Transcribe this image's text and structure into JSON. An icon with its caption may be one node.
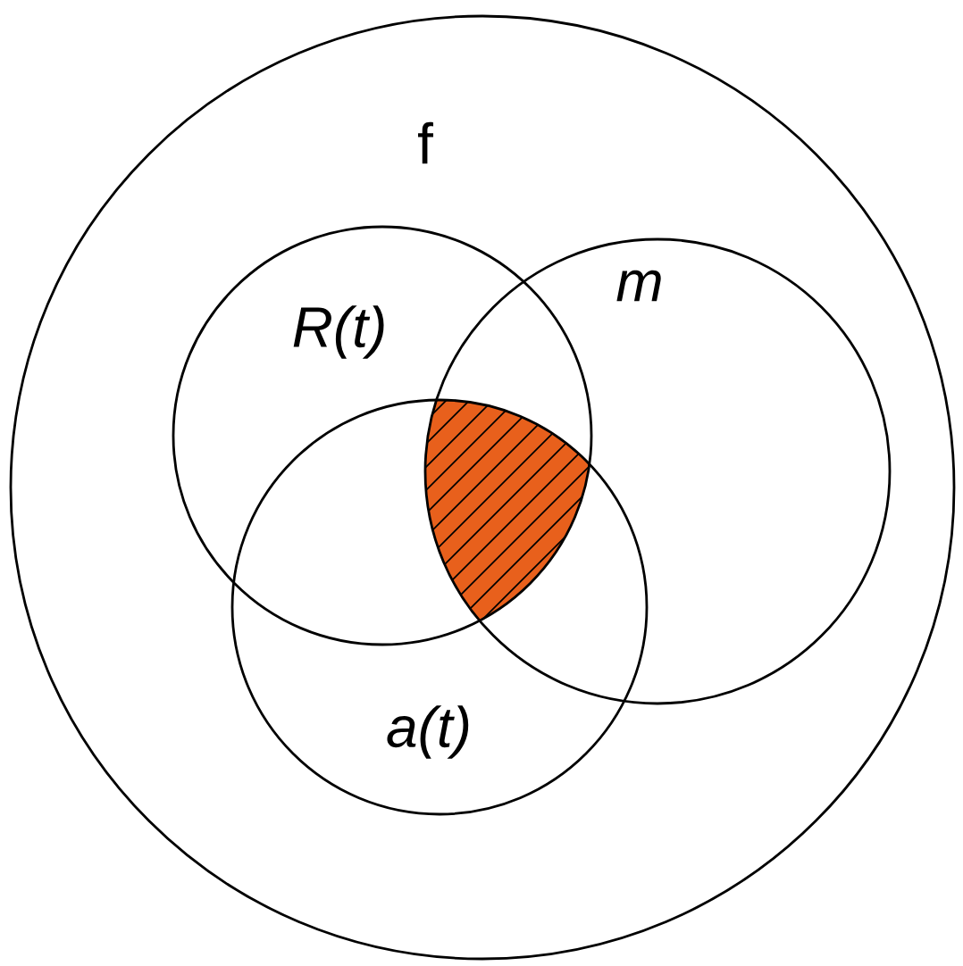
{
  "diagram": {
    "nodes": [
      {
        "text": [
          "f"
        ]
      },
      {
        "text": [
          "R(t)"
        ],
        "in": 0
      },
      {
        "text": [
          "m"
        ],
        "in": 0
      },
      {
        "text": [
          "a(t)"
        ],
        "in": 0
      }
    ]
  }
}
